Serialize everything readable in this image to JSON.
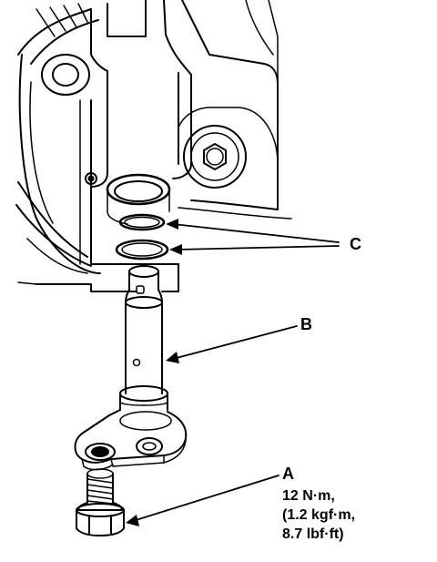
{
  "callouts": {
    "a": "A",
    "b": "B",
    "c": "C"
  },
  "torque_spec": {
    "line1": "12 N·m,",
    "line2": "(1.2 kgf·m,",
    "line3": "8.7 lbf·ft)"
  },
  "colors": {
    "ink": "#000000",
    "paper": "#ffffff"
  }
}
